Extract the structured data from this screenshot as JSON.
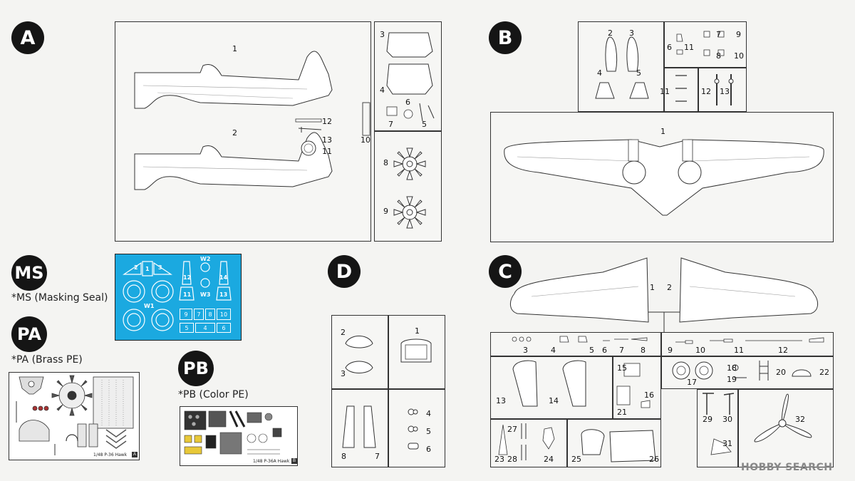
{
  "sprues": {
    "A": {
      "badge": "A",
      "parts": [
        "1",
        "2",
        "3",
        "4",
        "5",
        "6",
        "7",
        "8",
        "9",
        "10",
        "11",
        "12",
        "13"
      ]
    },
    "B": {
      "badge": "B",
      "parts": [
        "1",
        "2",
        "3",
        "4",
        "5",
        "6",
        "7",
        "8",
        "9",
        "10",
        "11",
        "12",
        "13"
      ]
    },
    "C": {
      "badge": "C",
      "parts": [
        "1",
        "2",
        "3",
        "4",
        "5",
        "6",
        "7",
        "8",
        "9",
        "10",
        "11",
        "12",
        "13",
        "14",
        "15",
        "16",
        "17",
        "18",
        "19",
        "20",
        "21",
        "22",
        "23",
        "24",
        "25",
        "26",
        "27",
        "28",
        "29",
        "30",
        "31",
        "32"
      ]
    },
    "D": {
      "badge": "D",
      "parts": [
        "1",
        "2",
        "3",
        "4",
        "5",
        "6",
        "7",
        "8"
      ]
    }
  },
  "ms": {
    "badge": "MS",
    "caption": "*MS (Masking Seal)",
    "labels": [
      "1",
      "2",
      "3",
      "4",
      "5",
      "6",
      "7",
      "8",
      "9",
      "10",
      "11",
      "12",
      "13",
      "14",
      "W1",
      "W2",
      "W3"
    ]
  },
  "pa": {
    "badge": "PA",
    "caption": "*PA (Brass PE)",
    "tag_text": "1/48 P-36 Hawk",
    "tag_letter": "A"
  },
  "pb": {
    "badge": "PB",
    "caption": "*PB (Color PE)",
    "tag_text": "1/48 P-36A Hawk",
    "tag_letter": "B"
  },
  "watermark": "HOBBY SEARCH"
}
